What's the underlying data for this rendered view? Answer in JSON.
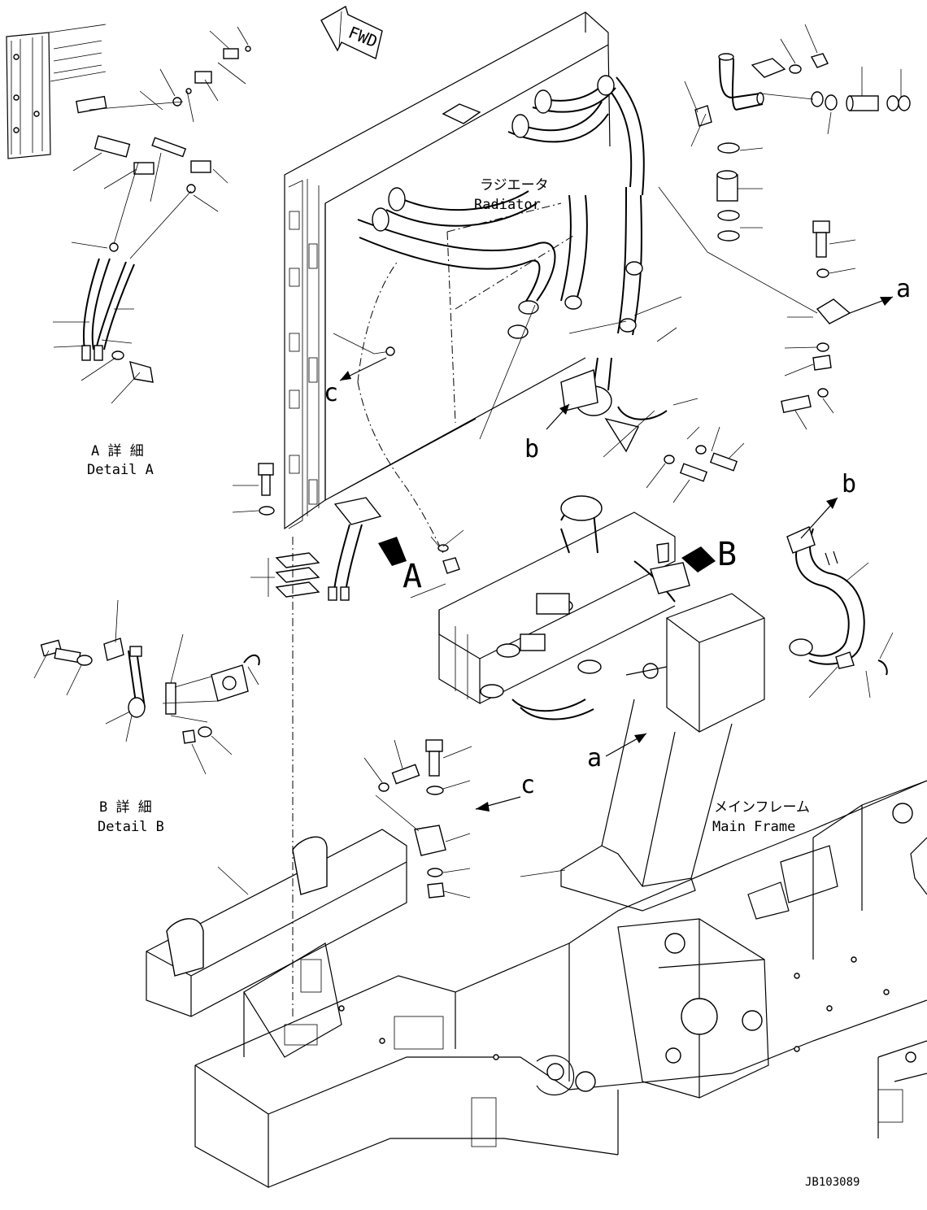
{
  "fwd_label": "FWD",
  "radiator": {
    "jp": "ラジエータ",
    "en": "Radiator"
  },
  "main_frame": {
    "jp": "メインフレーム",
    "en": "Main Frame"
  },
  "detail_a": {
    "jp": "A 詳 細",
    "en": "Detail A"
  },
  "detail_b": {
    "jp": "B 詳 細",
    "en": "Detail B"
  },
  "view_arrow_a": "A",
  "view_arrow_b": "B",
  "ref_a": "a",
  "ref_b": "b",
  "ref_c": "c",
  "drawing_number": "JB103089"
}
